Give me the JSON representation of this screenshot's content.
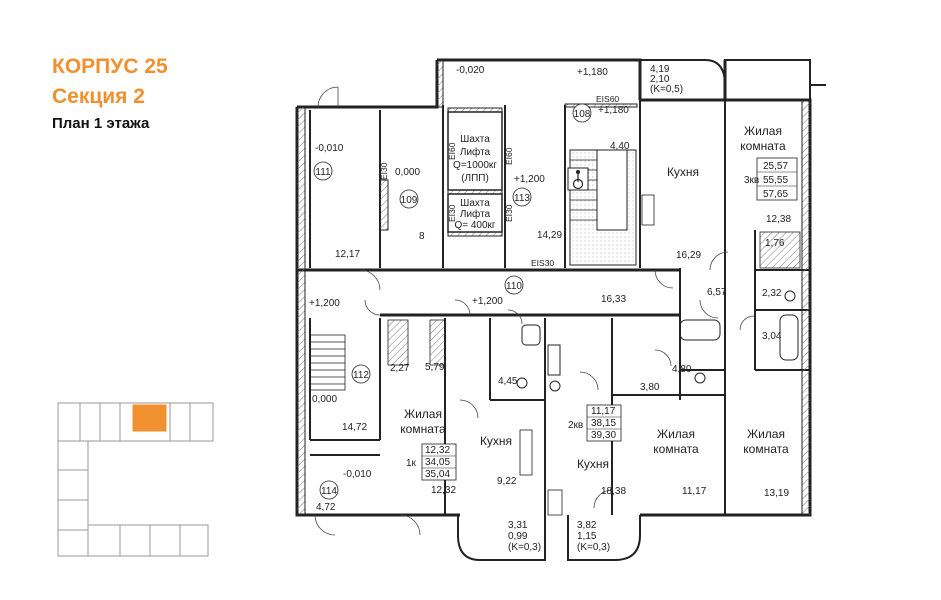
{
  "header": {
    "building": "КОРПУС 25",
    "section": "Секция 2",
    "floor_plan": "План 1 этажа"
  },
  "colors": {
    "accent": "#f0902f",
    "wall": "#222222",
    "hatch": "#888888",
    "highlight": "#f0902f"
  },
  "rooms": {
    "room_111": "111",
    "room_109": "109",
    "room_113": "113",
    "room_108": "108",
    "room_110": "110",
    "room_112": "112",
    "room_114": "114",
    "shaft1_l1": "Шахта",
    "shaft1_l2": "Лифта",
    "shaft1_l3": "Q=1000кг",
    "shaft1_l4": "(ЛПП)",
    "shaft2_l1": "Шахта",
    "shaft2_l2": "Лифта",
    "shaft2_l3": "Q= 400кг",
    "kitchen": "Кухня",
    "living1": "Жилая",
    "living2": "комната",
    "apt3_rooms": "3кв",
    "apt2_rooms": "2кв",
    "apt1_rooms": "1к",
    "ei60": "EI60",
    "ei30": "EI30",
    "eis30": "EIS30",
    "eis60": "EIS60"
  },
  "values": {
    "v_m0010": "-0,010",
    "v_0000": "0,000",
    "v_m0020": "-0,020",
    "v_p1180a": "+1,180",
    "v_p1180b": "+1,180",
    "v_p1200a": "+1,200",
    "v_p1200b": "+1,200",
    "v_p1200c": "+1,200",
    "v_0000b": "0,000",
    "v_m0010b": "-0,010",
    "a_1217": "12,17",
    "a_8": "8",
    "a_1429": "14,29",
    "a_440": "4,40",
    "a_1629": "16,29",
    "a_1633": "16,33",
    "a_657": "6,57",
    "a_232": "2,32",
    "a_304": "3,04",
    "a_1238": "12,38",
    "a_176": "1,76",
    "a_579": "5,79",
    "a_227": "2,27",
    "a_445": "4,45",
    "a_480": "4,80",
    "a_380": "3,80",
    "a_1472": "14,72",
    "a_472": "4,72",
    "a_1232": "12,32",
    "a_922": "9,22",
    "a_1838": "18,38",
    "a_1117": "11,17",
    "a_1319": "13,19",
    "bal_top_1": "4,19",
    "bal_top_2": "2,10",
    "bal_top_3": "(K=0,5)",
    "bal_l_1": "3,31",
    "bal_l_2": "0,99",
    "bal_l_3": "(K=0,3)",
    "bal_r_1": "3,82",
    "bal_r_2": "1,15",
    "bal_r_3": "(K=0,3)",
    "apt3_1": "25,57",
    "apt3_2": "55,55",
    "apt3_3": "57,65",
    "apt2_1": "11,17",
    "apt2_2": "38,15",
    "apt2_3": "39,30",
    "apt1_1": "12,32",
    "apt1_2": "34,05",
    "apt1_3": "35,04"
  }
}
